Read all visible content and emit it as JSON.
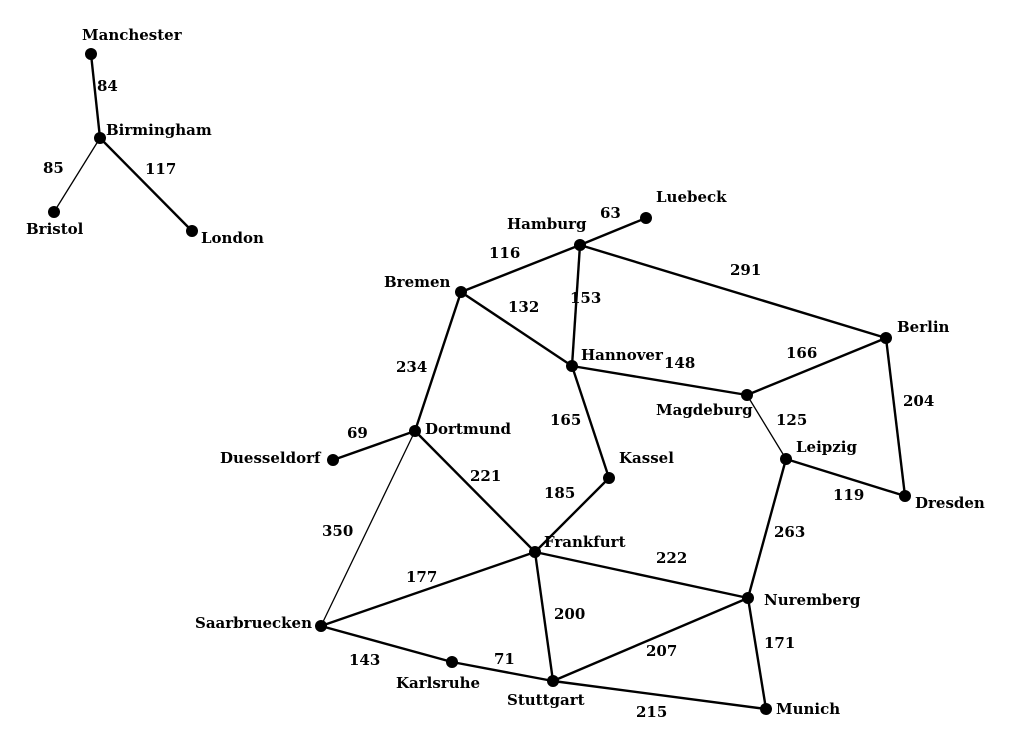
{
  "nodes": [
    {
      "id": "manchester",
      "label": "Manchester"
    },
    {
      "id": "birmingham",
      "label": "Birmingham"
    },
    {
      "id": "bristol",
      "label": "Bristol"
    },
    {
      "id": "london",
      "label": "London"
    },
    {
      "id": "luebeck",
      "label": "Luebeck"
    },
    {
      "id": "hamburg",
      "label": "Hamburg"
    },
    {
      "id": "bremen",
      "label": "Bremen"
    },
    {
      "id": "berlin",
      "label": "Berlin"
    },
    {
      "id": "hannover",
      "label": "Hannover"
    },
    {
      "id": "magdeburg",
      "label": "Magdeburg"
    },
    {
      "id": "dortmund",
      "label": "Dortmund"
    },
    {
      "id": "duesseldorf",
      "label": "Duesseldorf"
    },
    {
      "id": "kassel",
      "label": "Kassel"
    },
    {
      "id": "leipzig",
      "label": "Leipzig"
    },
    {
      "id": "dresden",
      "label": "Dresden"
    },
    {
      "id": "frankfurt",
      "label": "Frankfurt"
    },
    {
      "id": "saarbruecken",
      "label": "Saarbruecken"
    },
    {
      "id": "nuremberg",
      "label": "Nuremberg"
    },
    {
      "id": "karlsruhe",
      "label": "Karlsruhe"
    },
    {
      "id": "stuttgart",
      "label": "Stuttgart"
    },
    {
      "id": "munich",
      "label": "Munich"
    }
  ],
  "edges": [
    {
      "from": "manchester",
      "to": "birmingham",
      "weight": "84"
    },
    {
      "from": "birmingham",
      "to": "bristol",
      "weight": "85"
    },
    {
      "from": "birmingham",
      "to": "london",
      "weight": "117"
    },
    {
      "from": "hamburg",
      "to": "luebeck",
      "weight": "63"
    },
    {
      "from": "bremen",
      "to": "hamburg",
      "weight": "116"
    },
    {
      "from": "hamburg",
      "to": "berlin",
      "weight": "291"
    },
    {
      "from": "hamburg",
      "to": "hannover",
      "weight": "153"
    },
    {
      "from": "bremen",
      "to": "hannover",
      "weight": "132"
    },
    {
      "from": "bremen",
      "to": "dortmund",
      "weight": "234"
    },
    {
      "from": "hannover",
      "to": "magdeburg",
      "weight": "148"
    },
    {
      "from": "magdeburg",
      "to": "berlin",
      "weight": "166"
    },
    {
      "from": "berlin",
      "to": "dresden",
      "weight": "204"
    },
    {
      "from": "hannover",
      "to": "kassel",
      "weight": "165"
    },
    {
      "from": "magdeburg",
      "to": "leipzig",
      "weight": "125"
    },
    {
      "from": "leipzig",
      "to": "dresden",
      "weight": "119"
    },
    {
      "from": "duesseldorf",
      "to": "dortmund",
      "weight": "69"
    },
    {
      "from": "dortmund",
      "to": "frankfurt",
      "weight": "221"
    },
    {
      "from": "kassel",
      "to": "frankfurt",
      "weight": "185"
    },
    {
      "from": "dortmund",
      "to": "saarbruecken",
      "weight": "350"
    },
    {
      "from": "saarbruecken",
      "to": "frankfurt",
      "weight": "177"
    },
    {
      "from": "frankfurt",
      "to": "nuremberg",
      "weight": "222"
    },
    {
      "from": "leipzig",
      "to": "nuremberg",
      "weight": "263"
    },
    {
      "from": "frankfurt",
      "to": "stuttgart",
      "weight": "200"
    },
    {
      "from": "saarbruecken",
      "to": "karlsruhe",
      "weight": "143"
    },
    {
      "from": "karlsruhe",
      "to": "stuttgart",
      "weight": "71"
    },
    {
      "from": "stuttgart",
      "to": "nuremberg",
      "weight": "207"
    },
    {
      "from": "nuremberg",
      "to": "munich",
      "weight": "171"
    },
    {
      "from": "stuttgart",
      "to": "munich",
      "weight": "215"
    }
  ]
}
